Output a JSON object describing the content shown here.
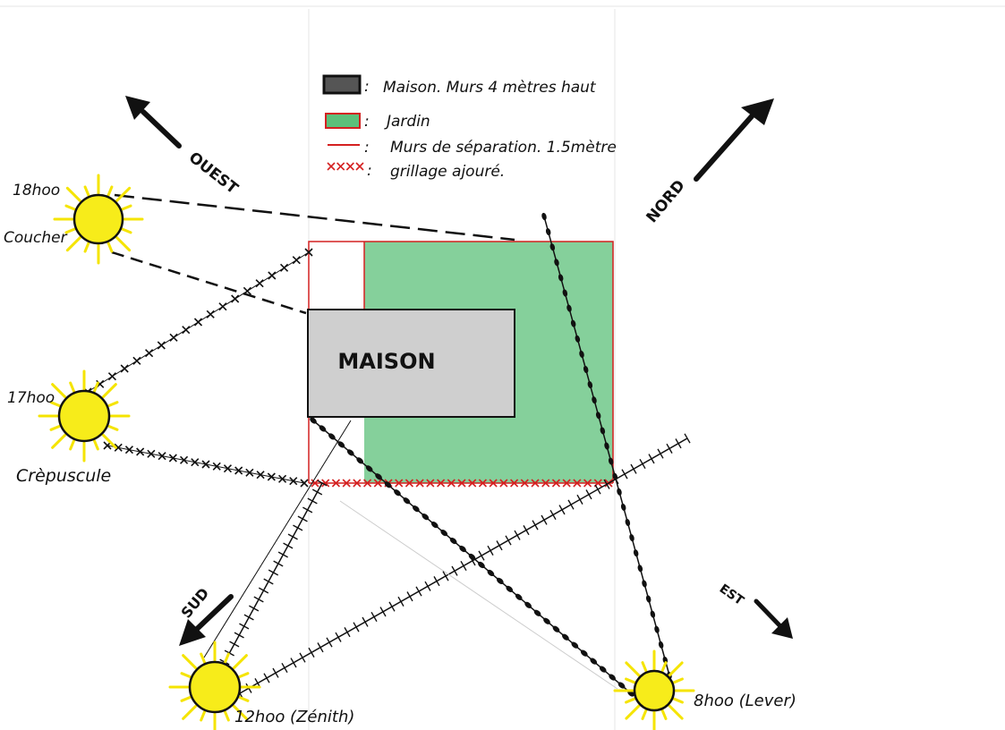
{
  "legend": {
    "house": "Maison. Murs 4 mètres haut",
    "garden": "Jardin",
    "walls": "Murs de séparation. 1.5mètre",
    "fence": "grillage ajouré."
  },
  "house_label": "MAISON",
  "directions": {
    "west": "OUEST",
    "north": "NORD",
    "south": "SUD",
    "east": "EST"
  },
  "suns": {
    "sunset_time": "18hoo",
    "sunset_label": "Coucher",
    "dusk_time": "17hoo",
    "dusk_label": "Crèpuscule",
    "zenith_label": "12hoo (Zénith)",
    "sunrise_label": "8hoo (Lever)"
  },
  "colors": {
    "garden": "#5cc07a",
    "house": "#cfcfcf",
    "wall": "#d42020",
    "sun": "#f7ec1a",
    "ray": "#f5e400"
  }
}
